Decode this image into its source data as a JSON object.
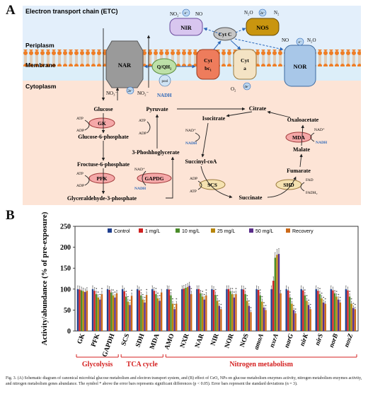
{
  "panel_a": {
    "letter": "A",
    "etc_title": "Electron transport chain (ETC)",
    "regions": {
      "periplasm": "Periplasm",
      "membrane": "Membrane",
      "cytoplasm": "Cytoplasm"
    },
    "enzymes": {
      "nir": "NIR",
      "nos": "NOS",
      "nor": "NOR",
      "nar": "NAR",
      "qqh2": "Q/QH₂",
      "cytc": "Cyt C",
      "cytbc1_a": "Cyt",
      "cytbc1_b": "bc₁",
      "cyta_a": "Cyt",
      "cyta_b": "a",
      "pool": "pool",
      "gk": "GK",
      "pfk": "PFK",
      "gapdg": "GAPDG",
      "mda": "MDA",
      "scs": "SCS",
      "shd": "SHD"
    },
    "species": {
      "no2_top": "NO₂⁻",
      "no_top": "NO",
      "n2o_top": "N₂O",
      "n2": "N₂",
      "no_right": "NO",
      "n2o_right": "N₂O",
      "no3": "NO₃⁻",
      "no2_bottom": "NO₂⁻",
      "o2": "O₂",
      "nadh_etc": "NADH",
      "e_sym": "e⁻",
      "e2": "2e⁻",
      "e4": "4e⁻"
    },
    "metabolites": {
      "glucose": "Glucose",
      "g6p": "Glucose-6-phosphate",
      "f6p": "Froctuse-6-phosphate",
      "gap": "Glyceraldehyde-3-phosphate",
      "pg3": "3-Phoshhoglycerate",
      "pyruvate": "Pyruvate",
      "citrate": "Citrate",
      "isocitrate": "Isocitrate",
      "oxaloacetate": "Oxaloacetate",
      "malate": "Malate",
      "fumarate": "Fumarate",
      "succinylcoa": "Succinyl-coA",
      "succinate": "Succinate"
    },
    "cofactors": {
      "atp": "ATP",
      "adp": "ADP",
      "nad": "NAD⁺",
      "nadh": "NADH",
      "fad": "FAD",
      "fadh2": "FADH₂"
    }
  },
  "panel_b": {
    "letter": "B",
    "group_labels": [
      "Glycolysis",
      "TCA cycle",
      "Nitrogen metabolism"
    ],
    "significance_symbol": "*"
  },
  "chart_data": {
    "type": "bar",
    "ylabel": "Activity/abundance (% of pre-exposure)",
    "xlabel": "",
    "ylim": [
      0,
      250
    ],
    "yticks": [
      0,
      50,
      100,
      150,
      200,
      250
    ],
    "grid": false,
    "legend_position": "top",
    "categories": [
      "GK",
      "PFK",
      "GAPDH",
      "SCS",
      "SDH",
      "MDA",
      "AMO",
      "NXR",
      "NAR",
      "NIR",
      "NOR",
      "NOS",
      "amoA",
      "nxrA",
      "narG",
      "nirK",
      "nirS",
      "norB",
      "nosZ"
    ],
    "series": [
      {
        "name": "Control",
        "color": "#1f3f8f",
        "values": [
          100,
          100,
          100,
          100,
          100,
          100,
          100,
          100,
          100,
          100,
          100,
          100,
          100,
          100,
          100,
          100,
          100,
          100,
          100
        ]
      },
      {
        "name": "1 mg/L",
        "color": "#d02020",
        "values": [
          99,
          96,
          98,
          95,
          97,
          96,
          99,
          101,
          100,
          98,
          100,
          99,
          98,
          120,
          97,
          97,
          96,
          97,
          97
        ]
      },
      {
        "name": "10 mg/L",
        "color": "#4a8c2a",
        "values": [
          97,
          88,
          92,
          82,
          85,
          88,
          85,
          103,
          90,
          86,
          95,
          88,
          85,
          175,
          80,
          85,
          88,
          90,
          82
        ]
      },
      {
        "name": "25 mg/L",
        "color": "#b8860b",
        "values": [
          95,
          80,
          85,
          70,
          75,
          78,
          65,
          105,
          82,
          72,
          88,
          72,
          70,
          182,
          65,
          72,
          78,
          82,
          65
        ]
      },
      {
        "name": "50 mg/L",
        "color": "#5a2d8a",
        "values": [
          93,
          75,
          80,
          62,
          68,
          72,
          52,
          108,
          75,
          60,
          80,
          60,
          56,
          184,
          50,
          62,
          68,
          75,
          55
        ]
      },
      {
        "name": "Recovery",
        "color": "#cc6a1a",
        "values": [
          96,
          88,
          90,
          84,
          86,
          92,
          65,
          88,
          85,
          52,
          88,
          45,
          50,
          90,
          42,
          52,
          65,
          68,
          52
        ]
      }
    ],
    "groups": [
      {
        "label_index": 0,
        "from": 0,
        "to": 2
      },
      {
        "label_index": 1,
        "from": 3,
        "to": 5
      },
      {
        "label_index": 2,
        "from": 6,
        "to": 18
      }
    ]
  },
  "caption": {
    "text": "Fig. 3. (A) Schematic diagram of canonical microbial glucose metabolism and electron transport system, and (B) effect of CeO₂ NPs on glucose metabolism enzymes activity, nitrogen metabolism enzymes activity, and nitrogen metabolism genes abundance. The symbol * above the error bars represents significant differences (p < 0.05). Error bars represent the standard deviations (n = 3)."
  }
}
